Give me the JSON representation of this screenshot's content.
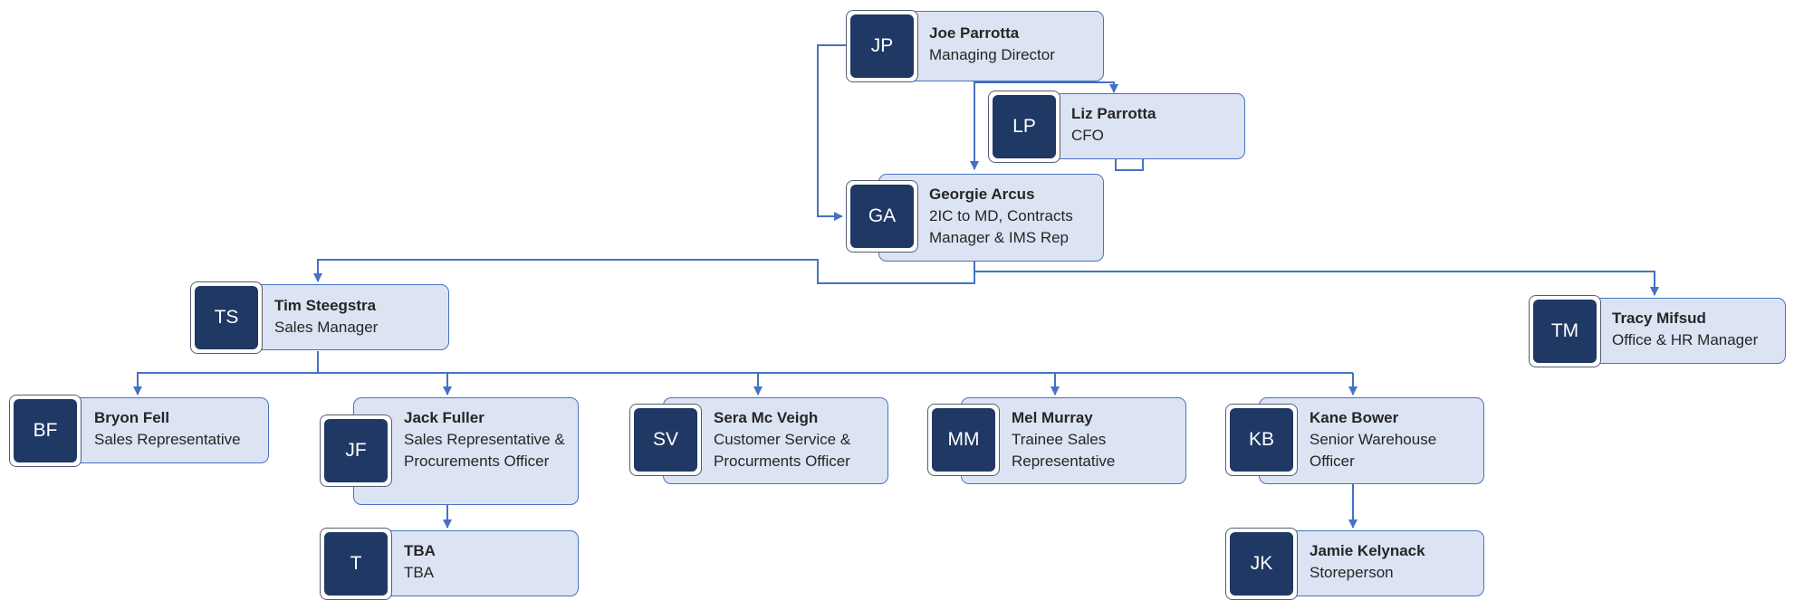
{
  "org_chart": {
    "people": [
      {
        "id": "jp",
        "initials": "JP",
        "name": "Joe Parrotta",
        "title": "Managing Director"
      },
      {
        "id": "lp",
        "initials": "LP",
        "name": "Liz Parrotta",
        "title": "CFO"
      },
      {
        "id": "ga",
        "initials": "GA",
        "name": "Georgie Arcus",
        "title": "2IC to MD, Contracts Manager & IMS Rep"
      },
      {
        "id": "ts",
        "initials": "TS",
        "name": "Tim Steegstra",
        "title": "Sales Manager"
      },
      {
        "id": "tm",
        "initials": "TM",
        "name": "Tracy Mifsud",
        "title": "Office & HR Manager"
      },
      {
        "id": "bf",
        "initials": "BF",
        "name": "Bryon Fell",
        "title": "Sales Representative"
      },
      {
        "id": "jf",
        "initials": "JF",
        "name": "Jack Fuller",
        "title": "Sales Representative & Procurements Officer"
      },
      {
        "id": "sv",
        "initials": "SV",
        "name": "Sera Mc Veigh",
        "title": "Customer Service & Procurments Officer"
      },
      {
        "id": "mm",
        "initials": "MM",
        "name": "Mel Murray",
        "title": "Trainee Sales Representative"
      },
      {
        "id": "kb",
        "initials": "KB",
        "name": "Kane Bower",
        "title": "Senior Warehouse Officer"
      },
      {
        "id": "t",
        "initials": "T",
        "name": "TBA",
        "title": "TBA"
      },
      {
        "id": "jk",
        "initials": "JK",
        "name": "Jamie Kelynack",
        "title": "Storeperson"
      }
    ],
    "reports_to": [
      {
        "from": "jp",
        "to": "lp"
      },
      {
        "from": "jp",
        "to": "ga"
      },
      {
        "from": "ga",
        "to": "ts"
      },
      {
        "from": "ga",
        "to": "tm"
      },
      {
        "from": "ts",
        "to": "bf"
      },
      {
        "from": "ts",
        "to": "jf"
      },
      {
        "from": "ts",
        "to": "sv"
      },
      {
        "from": "ts",
        "to": "mm"
      },
      {
        "from": "ts",
        "to": "kb"
      },
      {
        "from": "jf",
        "to": "t"
      },
      {
        "from": "kb",
        "to": "jk"
      }
    ],
    "colors": {
      "card_fill": "#dce3f3",
      "card_border": "#4a72c4",
      "avatar_fill": "#1f3864",
      "connector": "#4472c4"
    }
  }
}
